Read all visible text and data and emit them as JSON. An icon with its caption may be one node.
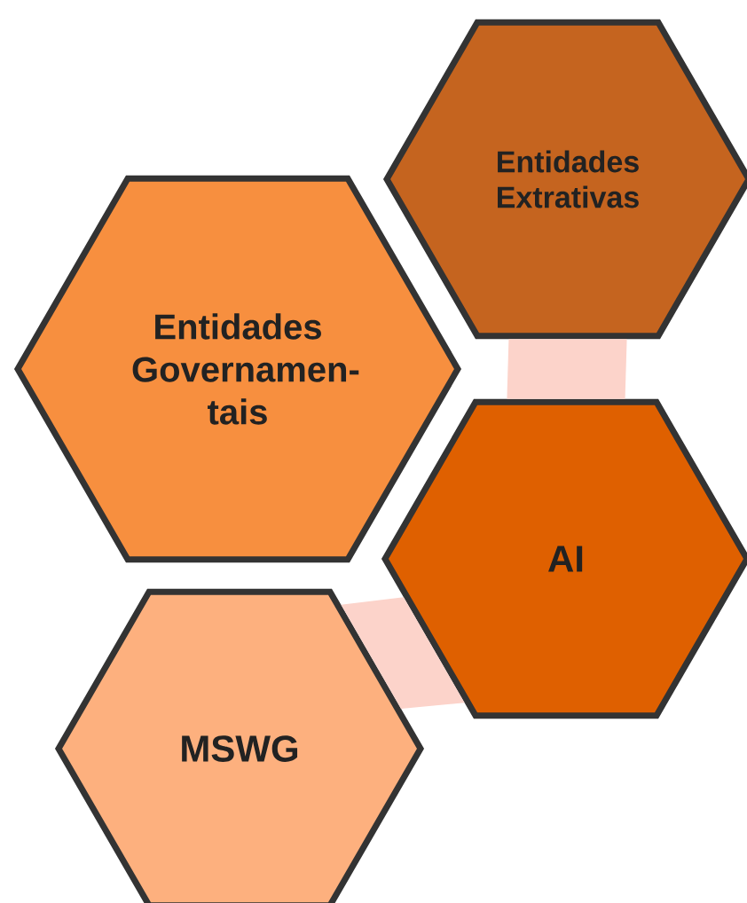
{
  "diagram": {
    "nodes": [
      {
        "text": [
          "Entidades Extrativas"
        ]
      },
      {
        "text": [
          "Entidades Governamen-tais"
        ]
      },
      {
        "text": [
          "AI"
        ]
      },
      {
        "text": [
          "MSWG"
        ]
      }
    ],
    "edges": [
      {
        "from": 0,
        "to": 2,
        "arrow": "none"
      },
      {
        "from": 2,
        "to": 3,
        "arrow": "none"
      }
    ]
  }
}
